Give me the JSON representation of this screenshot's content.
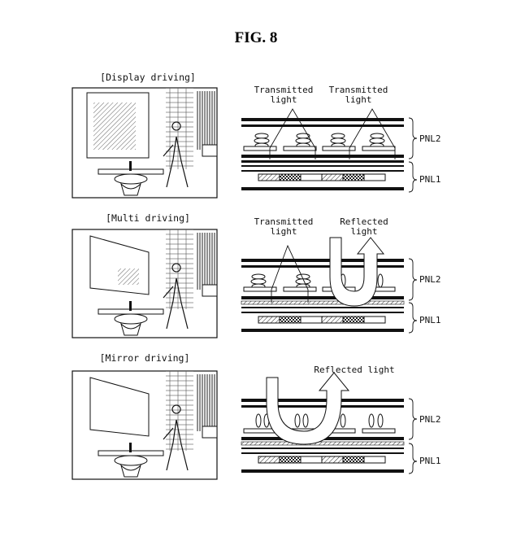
{
  "figure_title": "FIG. 8",
  "panels": [
    {
      "mode": "[Display driving]",
      "labels": [
        "Transmitted\nlight",
        "Transmitted\nlight"
      ],
      "panel2": "PNL2",
      "panel1": "PNL1"
    },
    {
      "mode": "[Multi driving]",
      "labels": [
        "Transmitted\nlight",
        "Reflected\nlight"
      ],
      "panel2": "PNL2",
      "panel1": "PNL1"
    },
    {
      "mode": "[Mirror driving]",
      "labels": [
        "Reflected light"
      ],
      "panel2": "PNL2",
      "panel1": "PNL1"
    }
  ]
}
